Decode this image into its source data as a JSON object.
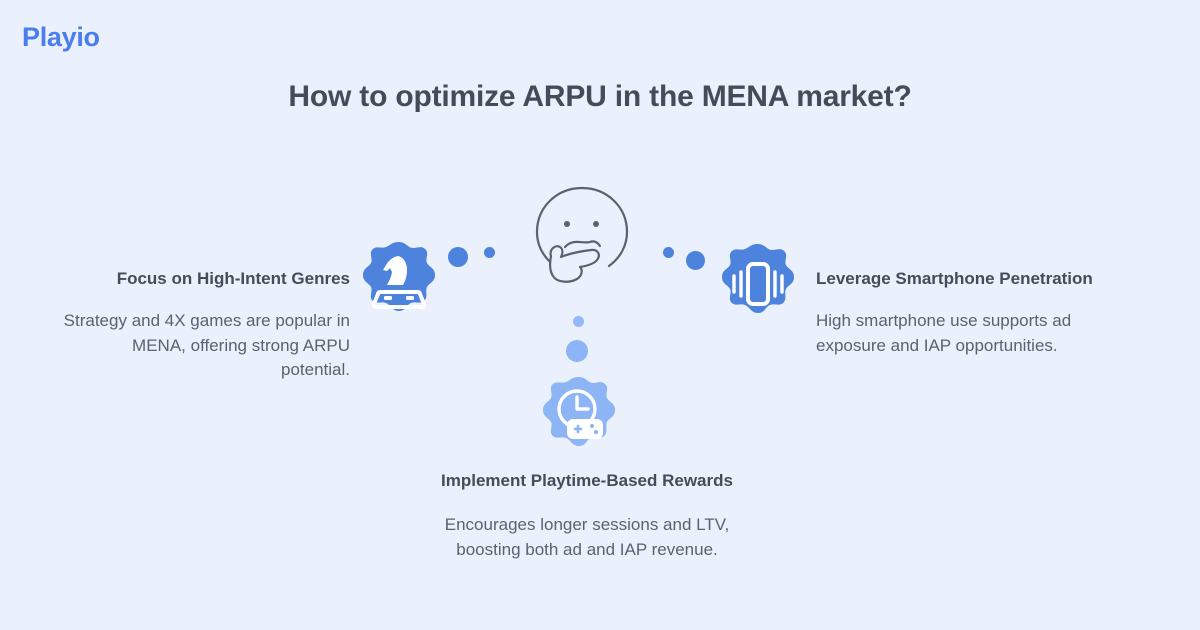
{
  "brand": {
    "name": "Playio",
    "color": "#4a7ef0"
  },
  "title": "How to optimize ARPU in the MENA market?",
  "theme": {
    "background": "#eaf0fc",
    "accent_blue": "#4d82dd",
    "accent_blue_light": "#8db4f5",
    "heading_color": "#474b55",
    "body_color": "#5b6170"
  },
  "center_icon": {
    "name": "thinking-face-icon",
    "label": "Thinking face"
  },
  "items": [
    {
      "id": "high-intent-genres",
      "heading": "Focus on High-Intent Genres",
      "body": "Strategy and 4X games are popular in MENA, offering strong ARPU potential.",
      "icon_name": "chess-knight-board-icon",
      "icon_color": "#4d82dd"
    },
    {
      "id": "smartphone-penetration",
      "heading": "Leverage Smartphone Penetration",
      "body": "High smartphone use supports ad exposure and IAP opportunities.",
      "icon_name": "vibrating-smartphone-icon",
      "icon_color": "#4d82dd"
    },
    {
      "id": "playtime-rewards",
      "heading": "Implement Playtime-Based Rewards",
      "body": "Encourages longer sessions and LTV, boosting both ad and IAP revenue.",
      "icon_name": "clock-gamepad-icon",
      "icon_color": "#8db4f5"
    }
  ]
}
